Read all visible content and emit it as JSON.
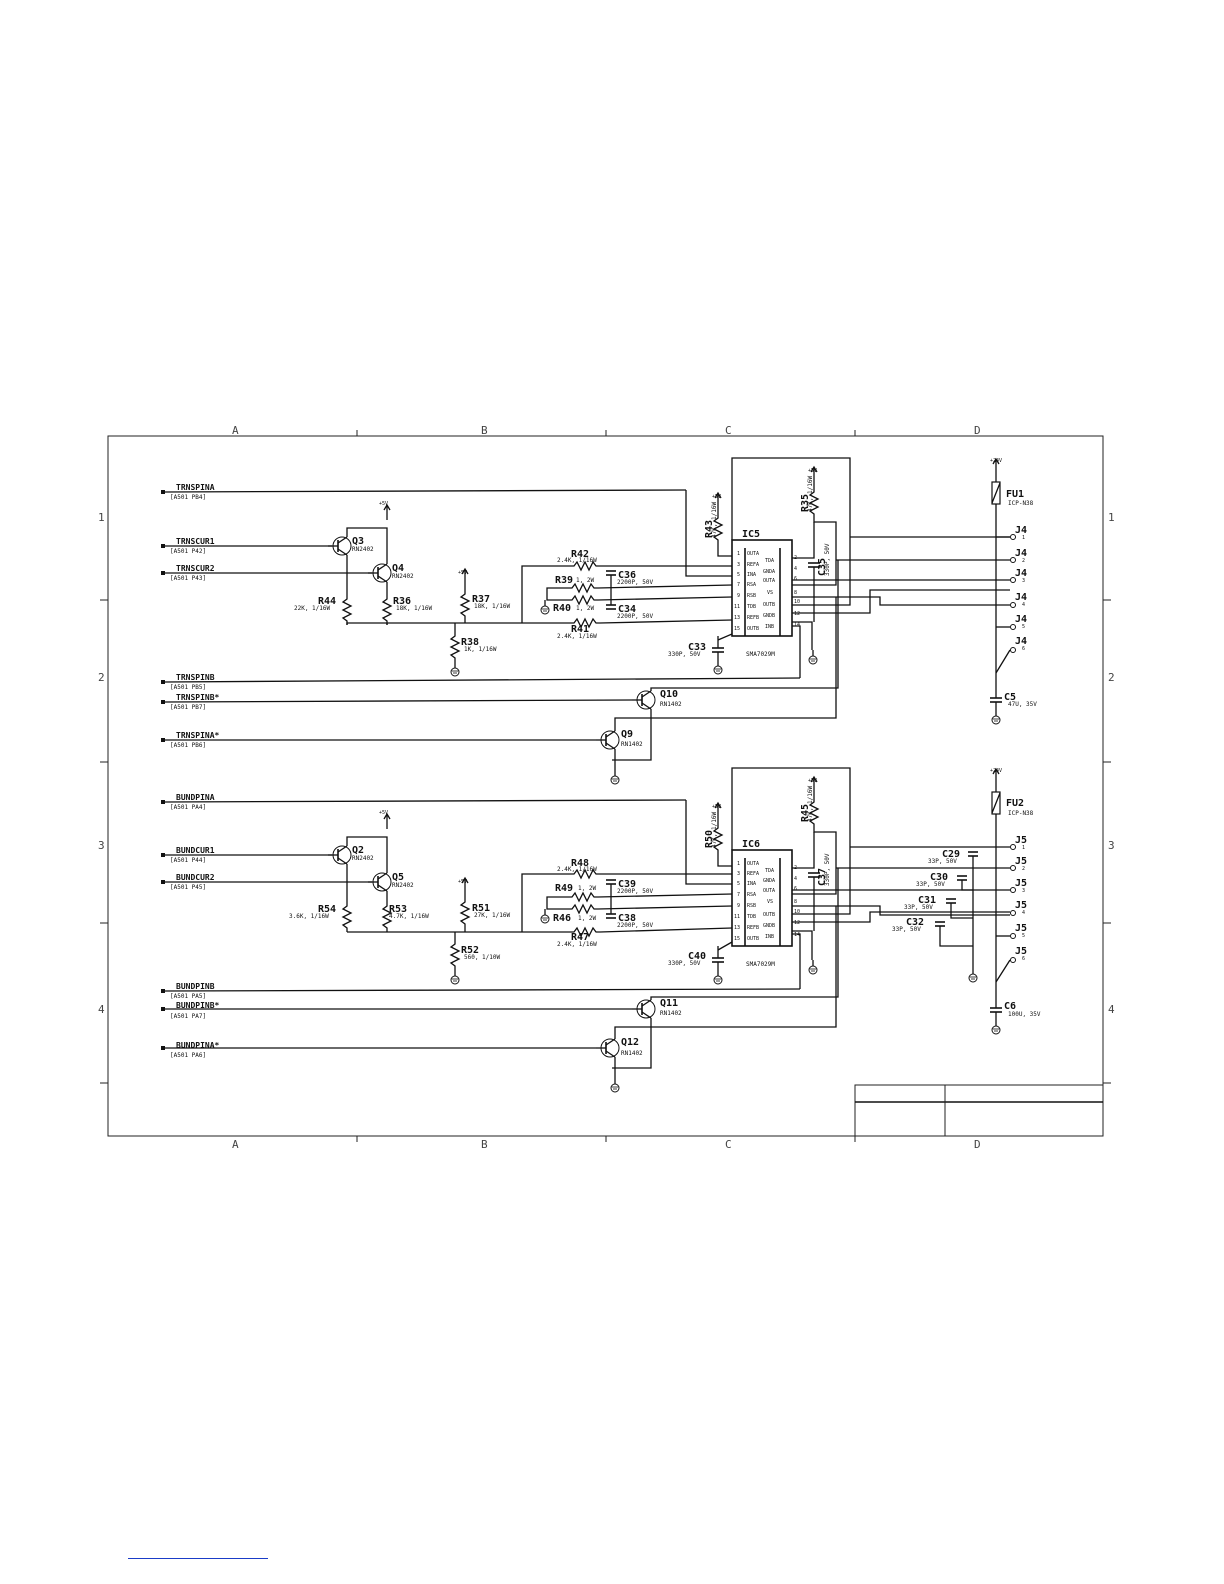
{
  "zones": {
    "columns": [
      "A",
      "B",
      "C",
      "D"
    ],
    "rows": [
      "1",
      "2",
      "3",
      "4"
    ]
  },
  "power": {
    "p5v": "+5V",
    "p24v": "+24V"
  },
  "upper": {
    "signals": [
      {
        "name": "TRNSPINA",
        "ref": "[A501 PB4]"
      },
      {
        "name": "TRNSCUR1",
        "ref": "[A501 P42]"
      },
      {
        "name": "TRNSCUR2",
        "ref": "[A501 P43]"
      },
      {
        "name": "TRNSPINB",
        "ref": "[A501 PB5]"
      },
      {
        "name": "TRNSPINB*",
        "ref": "[A501 PB7]"
      },
      {
        "name": "TRNSPINA*",
        "ref": "[A501 PB6]"
      }
    ],
    "q_a": {
      "ref": "Q3",
      "val": "RN2402"
    },
    "q_b": {
      "ref": "Q4",
      "val": "RN2402"
    },
    "q_c": {
      "ref": "Q10",
      "val": "RN1402"
    },
    "q_d": {
      "ref": "Q9",
      "val": "RN1402"
    },
    "r_a": {
      "ref": "R44",
      "val": "22K, 1/16W"
    },
    "r_b": {
      "ref": "R36",
      "val": "18K, 1/16W"
    },
    "r_c": {
      "ref": "R37",
      "val": "18K, 1/16W"
    },
    "r_d": {
      "ref": "R38",
      "val": "1K, 1/16W"
    },
    "r_e": {
      "ref": "R42",
      "val": "2.4K, 1/16W"
    },
    "r_f": {
      "ref": "R39",
      "val": "1, 2W"
    },
    "r_g": {
      "ref": "R40",
      "val": "1, 2W"
    },
    "r_h": {
      "ref": "R41",
      "val": "2.4K, 1/16W"
    },
    "r_i": {
      "ref": "R43",
      "val": "47K, 1/16W"
    },
    "r_j": {
      "ref": "R35",
      "val": "47K, 1/16W"
    },
    "c_a": {
      "ref": "C36",
      "val": "2200P, 50V"
    },
    "c_b": {
      "ref": "C34",
      "val": "2200P, 50V"
    },
    "c_c": {
      "ref": "C33",
      "val": "330P, 50V"
    },
    "c_d": {
      "ref": "C35",
      "val": "330P, 50V"
    },
    "ic": {
      "ref": "IC5",
      "part": "SMA7029M"
    },
    "fuse": {
      "ref": "FU1",
      "val": "ICP-N38"
    },
    "conn": "J4",
    "cap_out": {
      "ref": "C5",
      "val": "47U, 35V"
    }
  },
  "lower": {
    "signals": [
      {
        "name": "BUNDPINA",
        "ref": "[A501 PA4]"
      },
      {
        "name": "BUNDCUR1",
        "ref": "[A501 P44]"
      },
      {
        "name": "BUNDCUR2",
        "ref": "[A501 P45]"
      },
      {
        "name": "BUNDPINB",
        "ref": "[A501 PA5]"
      },
      {
        "name": "BUNDPINB*",
        "ref": "[A501 PA7]"
      },
      {
        "name": "BUNDPINA*",
        "ref": "[A501 PA6]"
      }
    ],
    "q_a": {
      "ref": "Q2",
      "val": "RN2402"
    },
    "q_b": {
      "ref": "Q5",
      "val": "RN2402"
    },
    "q_c": {
      "ref": "Q11",
      "val": "RN1402"
    },
    "q_d": {
      "ref": "Q12",
      "val": "RN1402"
    },
    "r_a": {
      "ref": "R54",
      "val": "3.6K, 1/16W"
    },
    "r_b": {
      "ref": "R53",
      "val": "4.7K, 1/16W"
    },
    "r_c": {
      "ref": "R51",
      "val": "27K, 1/16W"
    },
    "r_d": {
      "ref": "R52",
      "val": "560, 1/10W"
    },
    "r_e": {
      "ref": "R48",
      "val": "2.4K, 1/16W"
    },
    "r_f": {
      "ref": "R49",
      "val": "1, 2W"
    },
    "r_g": {
      "ref": "R46",
      "val": "1, 2W"
    },
    "r_h": {
      "ref": "R47",
      "val": "2.4K, 1/16W"
    },
    "r_i": {
      "ref": "R50",
      "val": "47K, 1/16W"
    },
    "r_j": {
      "ref": "R45",
      "val": "47K, 1/16W"
    },
    "c_a": {
      "ref": "C39",
      "val": "2200P, 50V"
    },
    "c_b": {
      "ref": "C38",
      "val": "2200P, 50V"
    },
    "c_c": {
      "ref": "C40",
      "val": "330P, 50V"
    },
    "c_d": {
      "ref": "C37",
      "val": "330P, 50V"
    },
    "ic": {
      "ref": "IC6",
      "part": "SMA7029M"
    },
    "fuse": {
      "ref": "FU2",
      "val": "ICP-N38"
    },
    "conn": "J5",
    "cap_out": {
      "ref": "C6",
      "val": "100U, 35V"
    },
    "extra_caps": [
      {
        "ref": "C29",
        "val": "33P, 50V"
      },
      {
        "ref": "C30",
        "val": "33P, 50V"
      },
      {
        "ref": "C31",
        "val": "33P, 50V"
      },
      {
        "ref": "C32",
        "val": "33P, 50V"
      }
    ]
  },
  "ic_pins": {
    "left": [
      {
        "n": "1",
        "name": "OUTA"
      },
      {
        "n": "3",
        "name": "REFA"
      },
      {
        "n": "5",
        "name": "INA"
      },
      {
        "n": "7",
        "name": "RSA"
      },
      {
        "n": "9",
        "name": "RSB"
      },
      {
        "n": "11",
        "name": "TDB"
      },
      {
        "n": "13",
        "name": "REFB"
      },
      {
        "n": "15",
        "name": "OUTB"
      }
    ],
    "right": [
      {
        "n": "2",
        "name": "TDA"
      },
      {
        "n": "4",
        "name": "GNDA"
      },
      {
        "n": "6",
        "name": "OUTA"
      },
      {
        "n": "8",
        "name": "VS"
      },
      {
        "n": "10",
        "name": "OUTB"
      },
      {
        "n": "12",
        "name": "GNDB"
      },
      {
        "n": "14",
        "name": "INB"
      }
    ]
  },
  "conn_pins": [
    "1",
    "2",
    "3",
    "4",
    "5",
    "6"
  ]
}
